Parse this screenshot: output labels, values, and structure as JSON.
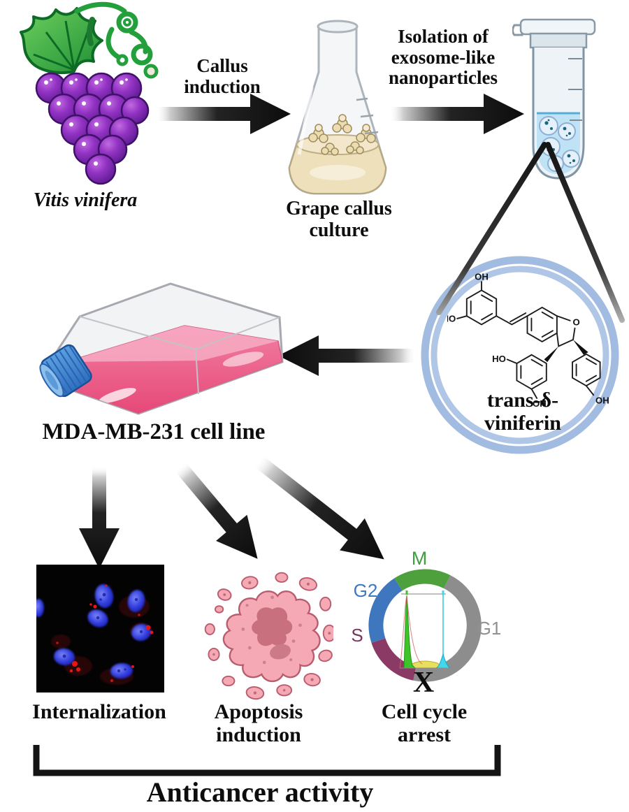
{
  "figure": {
    "vitis_label": "Vitis vinifera",
    "callus_induction": {
      "line1": "Callus",
      "line2": "induction"
    },
    "grape_callus": {
      "line1": "Grape callus",
      "line2": "culture"
    },
    "isolation": {
      "line1": "Isolation of",
      "line2": "exosome-like",
      "line3": "nanoparticles"
    },
    "viniferin": {
      "line1": "trans-δ-",
      "line2": "viniferin"
    },
    "cell_line_label": "MDA-MB-231 cell line",
    "internalization_label": "Internalization",
    "apoptosis": {
      "line1": "Apoptosis",
      "line2": "induction"
    },
    "cell_cycle": {
      "line1": "Cell cycle",
      "line2": "arrest"
    },
    "anticancer_label": "Anticancer activity"
  },
  "molecule": {
    "name": "trans-δ-viniferin",
    "atom_labels": {
      "oh_top": "OH",
      "ho_left": "HO",
      "ho_mid": "HO",
      "oh_bottom": "OH",
      "oh_right": "OH",
      "o_furan": "O"
    }
  },
  "cell_cycle_diagram": {
    "phases": [
      {
        "label": "M",
        "color": "#4ea03c"
      },
      {
        "label": "G2",
        "color": "#3e77bd"
      },
      {
        "label": "S",
        "color": "#8b3a66"
      },
      {
        "label": "G1",
        "color": "#8d8d8d"
      }
    ],
    "arrest_marker": "X",
    "histogram_colors": {
      "g1_peak": "#3ec428",
      "s_region": "#e6e05e",
      "g2m_peak": "#41d8ec"
    }
  },
  "colors": {
    "grape_purple": "#8e2fb8",
    "leaf_green": "#2aa23e",
    "ring_blue": "#a2bbe0",
    "media_pink": "#ee5c8a",
    "cap_blue": "#3d8ed8",
    "tube_liquid_blue": "#bfe3f5",
    "apoptosis_pink": "#f4a9b4",
    "nucleus_blue": "#2a35e0",
    "puncta_red": "#e81515",
    "arrow_black": "#111111"
  }
}
